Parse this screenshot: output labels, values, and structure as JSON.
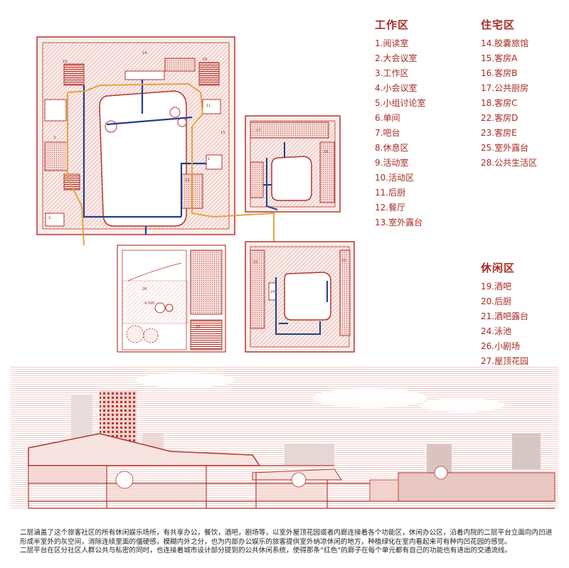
{
  "legend": {
    "work": {
      "title": "工作区",
      "items": [
        "1.阅读室",
        "2.大会议室",
        "3.工作区",
        "4.小会议室",
        "5.小组讨论室",
        "6.单间",
        "7.吧台",
        "8.休息区",
        "9.活动室",
        "10.活动区",
        "11.后厨",
        "12.餐厅",
        "13.室外露台"
      ]
    },
    "residential": {
      "title": "住宅区",
      "items": [
        "14.胶囊旅馆",
        "15.客房A",
        "16.客房B",
        "17.公共厨房",
        "18.客房C",
        "22.客房D",
        "23.客房E",
        "25.室外露台",
        "28.公共生活区"
      ]
    },
    "leisure": {
      "title": "休闲区",
      "items": [
        "19.酒吧",
        "20.后厨",
        "21.酒吧露台",
        "24.泳池",
        "26.小剧场",
        "27.屋顶花园"
      ]
    }
  },
  "plan_labels": [
    "14.",
    "15.",
    "16.",
    "13.",
    "3.",
    "1.",
    "2.",
    "11.",
    "12.",
    "17.",
    "18.",
    "22.",
    "23.",
    "24.",
    "26.",
    "27.",
    "4.500"
  ],
  "caption": {
    "line1": "二层涵盖了这个旅客社区的所有休闲娱乐场所，有共享办公，餐饮，酒吧，剧场等，以室外屋顶花园或者内廊连接着各个功能区，休闲办公区，沿着内院的二层平台立面向内凹进形成半室外的灰空间，消除连续里面的僵硬感，模糊内外之分，也为内部办公娱乐的旅客提供室外纳凉休闲的地方，种植绿化在室内看起来可有种内凹花园的感觉。",
    "line2": "二层平台在区分社区人群公共与私密的同时，也连接着城市设计部分提到的公共休闲系统，使得那条“红色”的廊子在每个单元都有自己的功能也有进出的交通流线。"
  },
  "colors": {
    "plan_red": "#b7342b",
    "route_blue": "#1f3f8a",
    "route_orange": "#e8a33d"
  }
}
